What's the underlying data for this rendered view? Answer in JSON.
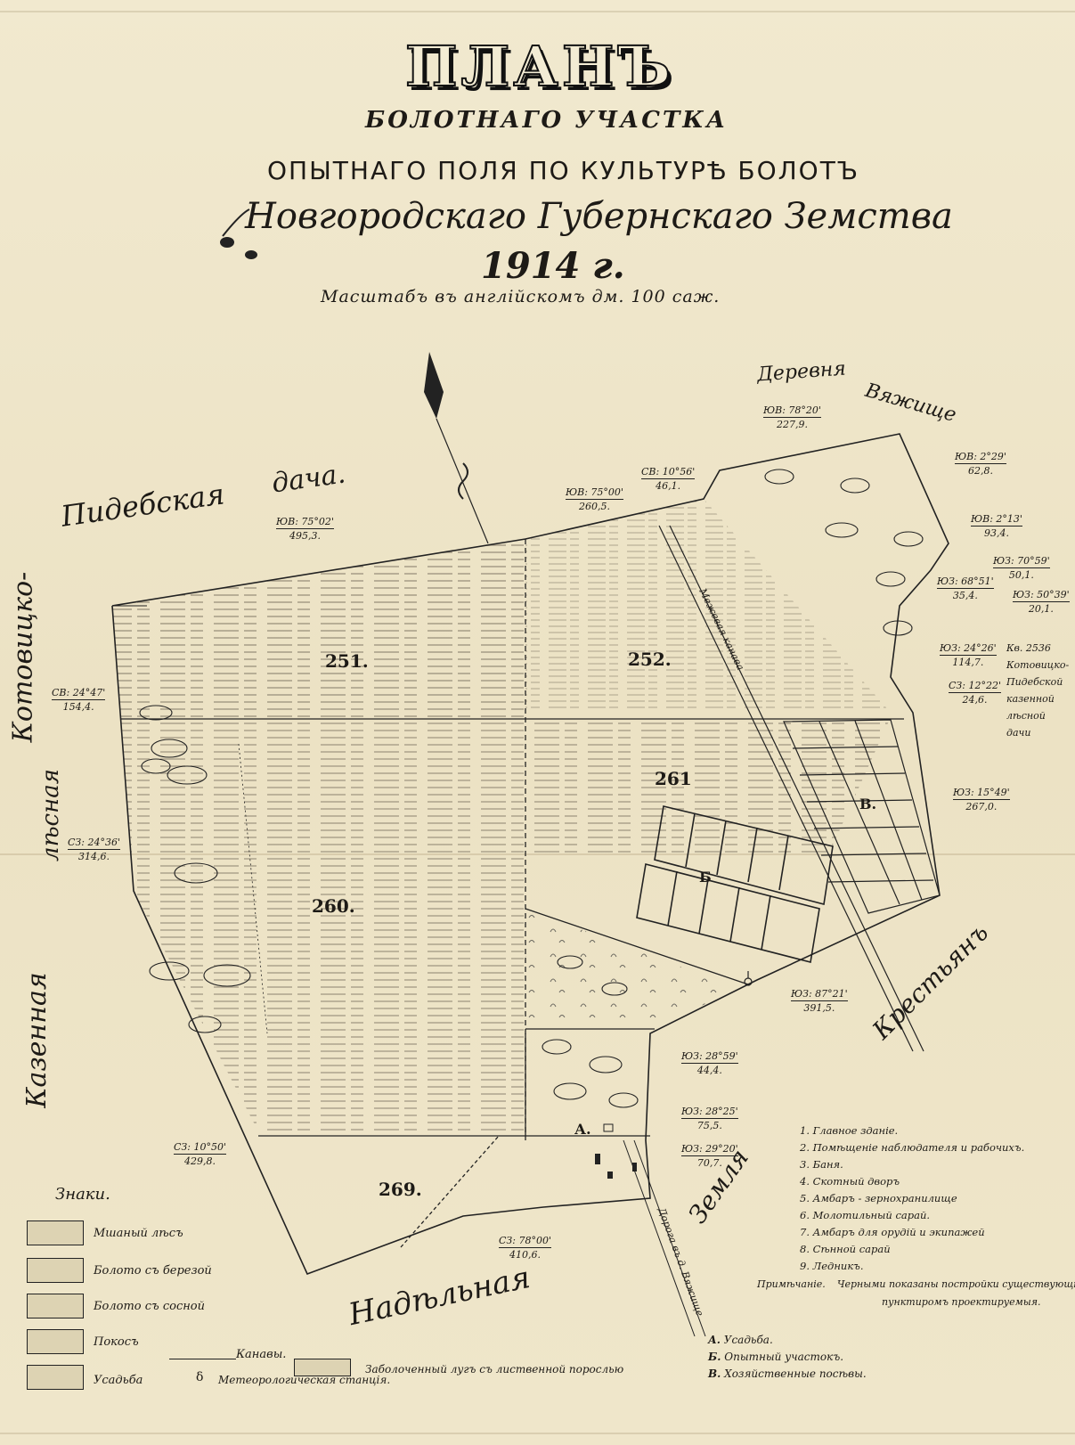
{
  "title": {
    "main": "ПЛАНЪ",
    "line1": "БОЛОТНАГО УЧАСТКА",
    "line2": "ОПЫТНАГО ПОЛЯ ПО КУЛЬТУРѢ БОЛОТЪ",
    "line3": "Новгородскаго Губернскаго Земства",
    "year": "1914 г.",
    "scale": "Масштабъ въ англійскомъ дм. 100 саж."
  },
  "regions": {
    "pidebskaya": "Пидебская",
    "dacha": "дача.",
    "derevnya": "Деревня",
    "vyazhishche": "Вяжище",
    "kazennaya": "Казенная",
    "lesnaya": "лѣсная",
    "kotovitsko": "Котовицко-",
    "krestyan": "Крестьянъ",
    "zemlya": "Земля",
    "nadelnaya": "Надѣльная",
    "kv_note": [
      "Кв. 2536",
      "Котовицко-",
      "Пидебской",
      "казенной",
      "лѣсной",
      "дачи"
    ],
    "ditch_label": "Межевая канава",
    "road_label": "Дорога въ д. Вяжище"
  },
  "plots": {
    "p251": "251.",
    "p252": "252.",
    "p261": "261",
    "p260": "260.",
    "p269": "269.",
    "A": "А.",
    "B": "Б",
    "V": "В."
  },
  "measurements": [
    {
      "bearing": "ЮВ: 78°20'",
      "dist": "227,9."
    },
    {
      "bearing": "СВ: 10°56'",
      "dist": "46,1."
    },
    {
      "bearing": "ЮВ: 75°00'",
      "dist": "260,5."
    },
    {
      "bearing": "ЮВ: 75°02'",
      "dist": "495,3."
    },
    {
      "bearing": "ЮВ: 2°29'",
      "dist": "62,8."
    },
    {
      "bearing": "ЮВ: 2°13'",
      "dist": "93,4."
    },
    {
      "bearing": "ЮЗ: 70°59'",
      "dist": "50,1."
    },
    {
      "bearing": "ЮЗ: 68°51'",
      "dist": "35,4."
    },
    {
      "bearing": "ЮЗ: 50°39'",
      "dist": "20,1."
    },
    {
      "bearing": "ЮЗ: 24°26'",
      "dist": "114,7."
    },
    {
      "bearing": "СЗ: 12°22'",
      "dist": "24,6."
    },
    {
      "bearing": "СВ: 24°47'",
      "dist": "154,4."
    },
    {
      "bearing": "СЗ: 24°36'",
      "dist": "314,6."
    },
    {
      "bearing": "ЮЗ: 15°49'",
      "dist": "267,0."
    },
    {
      "bearing": "ЮЗ: 87°21'",
      "dist": "391,5."
    },
    {
      "bearing": "ЮЗ: 28°59'",
      "dist": "44,4."
    },
    {
      "bearing": "ЮЗ: 28°25'",
      "dist": "75,5."
    },
    {
      "bearing": "ЮЗ: 29°20'",
      "dist": "70,7."
    },
    {
      "bearing": "СЗ: 10°50'",
      "dist": "429,8."
    },
    {
      "bearing": "СЗ: 78°00'",
      "dist": "410,6."
    }
  ],
  "legend": {
    "heading": "Знаки.",
    "items": [
      "Мшаный лѣсъ",
      "Болото съ березой",
      "Болото съ сосной",
      "Покосъ",
      "Усадьба"
    ],
    "ditches": "Канавы.",
    "meteo": "Метеорологическая станція.",
    "meadow": "Заболоченный лугъ съ лиственной порослью"
  },
  "buildings": [
    {
      "n": "1.",
      "label": "Главное зданіе."
    },
    {
      "n": "2.",
      "label": "Помѣщеніе наблюдателя и рабочихъ."
    },
    {
      "n": "3.",
      "label": "Баня."
    },
    {
      "n": "4.",
      "label": "Скотный дворъ"
    },
    {
      "n": "5.",
      "label": "Амбаръ - зернохранилище"
    },
    {
      "n": "6.",
      "label": "Молотильный сарай."
    },
    {
      "n": "7.",
      "label": "Амбаръ для орудій и экипажей"
    },
    {
      "n": "8.",
      "label": "Сѣнной сарай"
    },
    {
      "n": "9.",
      "label": "Ледникъ."
    }
  ],
  "note": {
    "label": "Примѣчаніе.",
    "text1": "Черными показаны постройки существующія,",
    "text2": "пунктиромъ проектируемыя."
  },
  "letters_legend": [
    {
      "k": "А.",
      "v": "Усадьба."
    },
    {
      "k": "Б.",
      "v": "Опытный участокъ."
    },
    {
      "k": "В.",
      "v": "Хозяйственные посѣвы."
    }
  ]
}
